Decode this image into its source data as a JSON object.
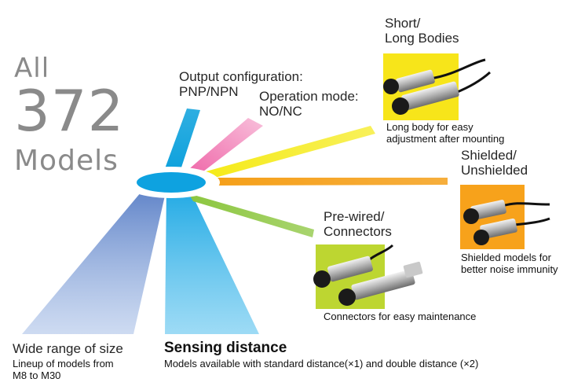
{
  "hero": {
    "all": "All",
    "count": "372",
    "models": "Models"
  },
  "labels": {
    "output_config": "Output configuration:",
    "output_value": "PNP/NPN",
    "operation_mode": "Operation mode:",
    "operation_value": "NO/NC",
    "short_long_1": "Short/",
    "short_long_2": "Long Bodies",
    "short_long_caption_1": "Long body for easy",
    "short_long_caption_2": "adjustment after mounting",
    "shielded_1": "Shielded/",
    "shielded_2": "Unshielded",
    "shielded_caption_1": "Shielded models for",
    "shielded_caption_2": "better noise immunity",
    "prewired_1": "Pre-wired/",
    "prewired_2": "Connectors",
    "prewired_caption": "Connectors for easy maintenance",
    "size_title": "Wide range of size",
    "size_caption_1": "Lineup of models from",
    "size_caption_2": "M8 to M30",
    "sensing_title": "Sensing distance",
    "sensing_caption": "Models available with standard distance(×1) and double distance (×2)"
  },
  "colors": {
    "blue_beam": "#0aa0dc",
    "pink_beam": "#ee5fa4",
    "yellow_beam": "#f5ea14",
    "orange_beam": "#f5a01a",
    "green_beam": "#8cc63f",
    "light_blue_beam": "#3ab4ea",
    "wide_beam": "#6e90cf",
    "yellow_panel": "#f7e51a",
    "orange_panel": "#f7a21b",
    "green_panel": "#bdd631",
    "hub": "#0ea2e0"
  }
}
